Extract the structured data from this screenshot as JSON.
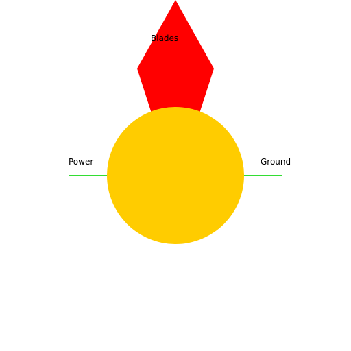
{
  "labels": {
    "blades": "Blades",
    "power": "Power",
    "ground": "Ground"
  },
  "colors": {
    "background": "#ffffff",
    "blades": "#ff0000",
    "body": "#ffcc00",
    "wire": "#33dd33",
    "text": "#000000"
  }
}
